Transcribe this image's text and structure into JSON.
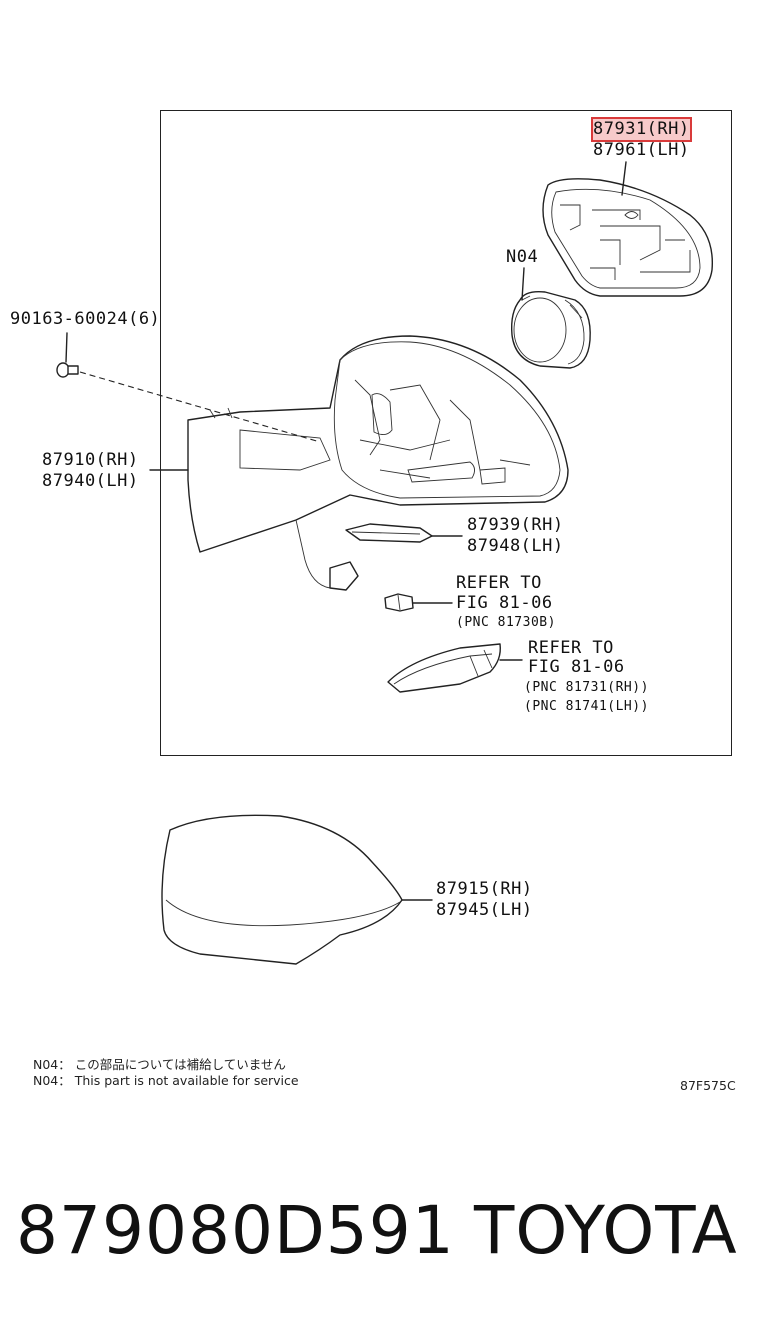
{
  "labels": {
    "mirror_rh": "87931(RH)",
    "mirror_lh": "87961(LH)",
    "n04": "N04",
    "screw": "90163-60024(6)",
    "visor_rh": "87910(RH)",
    "visor_lh": "87940(LH)",
    "garnish_rh": "87939(RH)",
    "garnish_lh": "87948(LH)",
    "refer1_line1": "REFER TO",
    "refer1_line2": "FIG 81-06",
    "refer1_line3": "(PNC 81730B)",
    "refer2_line1": "REFER TO",
    "refer2_line2": "FIG 81-06",
    "refer2_line3": "(PNC 81731(RH))",
    "refer2_line4": "(PNC 81741(LH))",
    "cover_rh": "87915(RH)",
    "cover_lh": "87945(LH)"
  },
  "notes": {
    "jp": "N04： この部品については補給していません",
    "en": "N04： This part is not available for service",
    "diagram_code": "87F575C"
  },
  "footer": {
    "part_number": "879080D591",
    "brand": "TOYOTA"
  },
  "highlight_color": "#d93a3a"
}
